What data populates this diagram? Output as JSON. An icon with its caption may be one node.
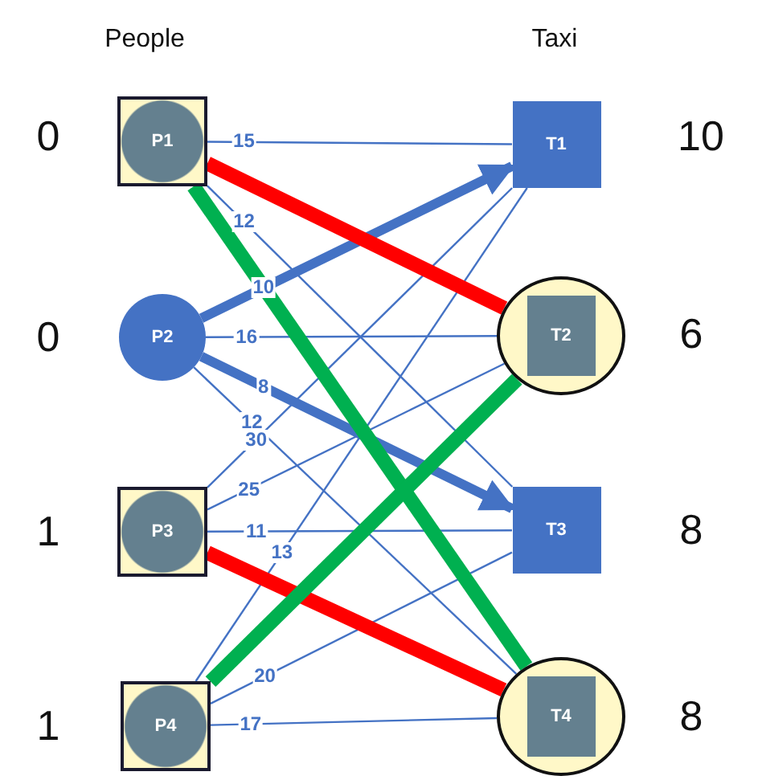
{
  "diagram": {
    "nodes": [
      {
        "text": [
          "P1"
        ]
      },
      {
        "text": [
          "P2"
        ]
      },
      {
        "text": [
          "P3"
        ]
      },
      {
        "text": [
          "P4"
        ]
      },
      {
        "text": [
          "T1"
        ]
      },
      {
        "text": [
          "T2"
        ]
      },
      {
        "text": [
          "T3"
        ]
      },
      {
        "text": [
          "T4"
        ]
      }
    ],
    "edges": [
      {
        "from": 0,
        "to": 4,
        "arrow": "none",
        "label": "15"
      },
      {
        "from": 0,
        "to": 6,
        "arrow": "none",
        "label": "12"
      },
      {
        "from": 1,
        "to": 5,
        "arrow": "none",
        "label": "16"
      },
      {
        "from": 1,
        "to": 7,
        "arrow": "none",
        "label": "12"
      },
      {
        "from": 2,
        "to": 4,
        "arrow": "none",
        "label": "30"
      },
      {
        "from": 2,
        "to": 5,
        "arrow": "none",
        "label": "25"
      },
      {
        "from": 2,
        "to": 6,
        "arrow": "none",
        "label": "11"
      },
      {
        "from": 3,
        "to": 4,
        "arrow": "none",
        "label": "13"
      },
      {
        "from": 3,
        "to": 6,
        "arrow": "none",
        "label": "20"
      },
      {
        "from": 3,
        "to": 7,
        "arrow": "none",
        "label": "17"
      },
      {
        "from": 1,
        "to": 4,
        "arrow": "to",
        "label": "10",
        "style": "thick"
      },
      {
        "from": 1,
        "to": 6,
        "arrow": "to",
        "label": "8",
        "style": "thick"
      },
      {
        "from": 0,
        "to": 5,
        "arrow": "none",
        "style": "thick",
        "color": "#ff0000"
      },
      {
        "from": 2,
        "to": 7,
        "arrow": "none",
        "style": "thick",
        "color": "#ff0000"
      },
      {
        "from": 0,
        "to": 7,
        "arrow": "none",
        "style": "thick",
        "color": "#00b050"
      },
      {
        "from": 3,
        "to": 5,
        "arrow": "none",
        "style": "thick",
        "color": "#00b050"
      }
    ],
    "labels": [
      "People",
      "Taxi",
      "0",
      "10",
      "0",
      "6",
      "1",
      "8",
      "1",
      "8"
    ]
  }
}
